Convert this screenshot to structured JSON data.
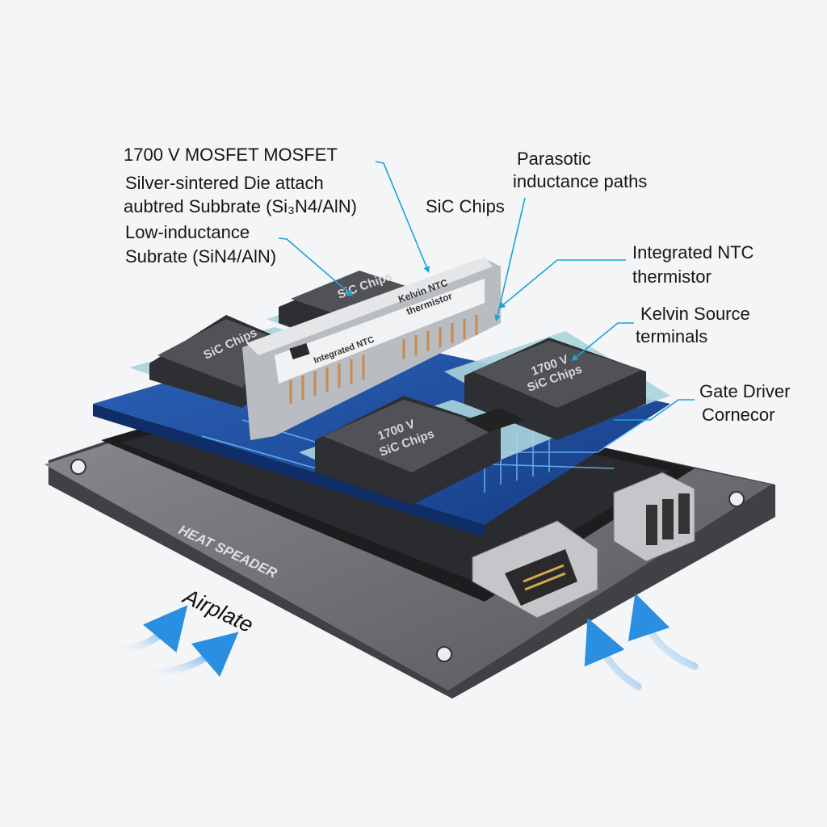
{
  "labels": {
    "mosfet": "1700 V MOSFET MOSFET",
    "die_attach": "Silver-sintered Die attach",
    "substrate1": "aubtred Subbrate (Si₃N4/AlN)",
    "low_inductance": "Low-inductance",
    "substrate2": "Subrate (SiN4/AlN)",
    "parasitic_1": "Parasotic",
    "parasitic_2": "inductance paths",
    "sic_chips": "SiC Chips",
    "ntc_1": "Integrated NTC",
    "ntc_2": "thermistor",
    "kelvin_1": "Kelvin Source",
    "kelvin_2": "terminals",
    "gate_1": "Gate Driver",
    "gate_2": "Cornecor",
    "heat_spreader": "HEAT SPEADER",
    "airplate": "Airplate"
  },
  "chip_labels": {
    "back_chip": "SiC Chips",
    "left_chip": "SiC Chips",
    "center_chip_1": "1700 V",
    "center_chip_2": "SiC Chips",
    "right_chip_1": "1700 V",
    "right_chip_2": "SiC Chips",
    "bar_front_1": "Integrated NTC",
    "bar_back_1": "Kelvin NTC",
    "bar_back_2": "thermistor"
  },
  "colors": {
    "leader": "#1aa3d6",
    "pcb": "#1f4fa0",
    "plate": "#6e7074",
    "chip": "#3a3b3e",
    "arrow": "#2a8fe0"
  }
}
